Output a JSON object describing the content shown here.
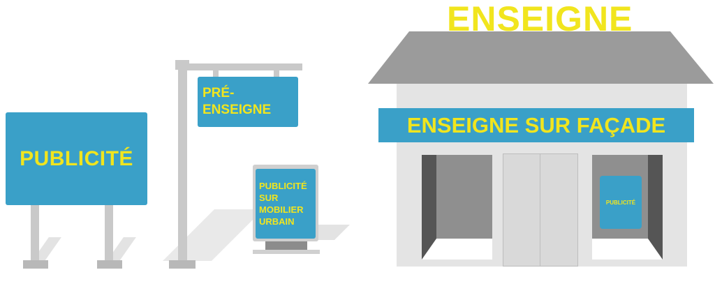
{
  "labels": {
    "publicite": "PUBLICITÉ",
    "pre_enseigne": "PRÉ-\nENSEIGNE",
    "mobilier_urbain": "PUBLICITÉ\nSUR\nMOBILIER\nURBAIN",
    "enseigne": "ENSEIGNE",
    "enseigne_facade": "ENSEIGNE SUR FAÇADE",
    "publicite_vitrine": "PUBLICITÉ"
  },
  "colors": {
    "sign_blue": "#3aa0c8",
    "text_yellow": "#f1e51e",
    "roof_gray": "#9b9b9b",
    "wall_gray": "#e4e4e4",
    "post_gray": "#c9c9c9"
  }
}
